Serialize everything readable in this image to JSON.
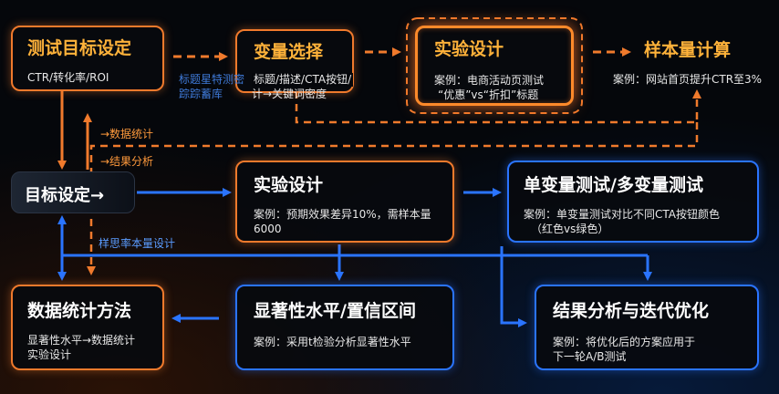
{
  "nodes": {
    "goal_top": {
      "title": "测试目标设定",
      "body": "CTR/转化率/ROI"
    },
    "variable": {
      "title": "变量选择",
      "body_line1": "标题/描述/CTA按钮/",
      "body_line2": "计→关键词密度"
    },
    "variable_ghost": {
      "line1": "标题星特测密",
      "line2": "踪踪蓄库"
    },
    "experiment_top": {
      "title": "实验设计",
      "body_line1": "案例：电商活动页测试",
      "body_line2": "“优惠”vs“折扣”标题"
    },
    "sample_size": {
      "title": "样本量计算",
      "body": "案例：网站首页提升CTR至3%"
    },
    "goal_mid": {
      "title": "目标设定→"
    },
    "experiment_mid": {
      "title": "实验设计",
      "body_line1": "案例：预期效果差异10%，需样本量",
      "body_line2": "6000"
    },
    "multivariate": {
      "title": "单变量测试/多变量测试",
      "body_line1": "案例：单变量测试对比不同CTA按钮颜色",
      "body_line2": "（红色vs绿色）"
    },
    "stats_method": {
      "title": "数据统计方法",
      "body_line1": "显著性水平→数据统计",
      "body_line2": "实验设计"
    },
    "significance": {
      "title": "显著性水平/置信区间",
      "body": "案例：采用t检验分析显著性水平"
    },
    "result_analysis": {
      "title": "结果分析与迭代优化",
      "body_line1": "案例：将优化后的方案应用于",
      "body_line2": "下一轮A/B测试"
    }
  },
  "annotations": {
    "data_stats": "→数据统计",
    "result_analysis": "→结果分析",
    "sample_design": "样思率本量设计"
  },
  "colors": {
    "orange": "#f07a2c",
    "orange_title": "#ffb23a",
    "blue": "#2a74ff",
    "background": "#05070b"
  }
}
